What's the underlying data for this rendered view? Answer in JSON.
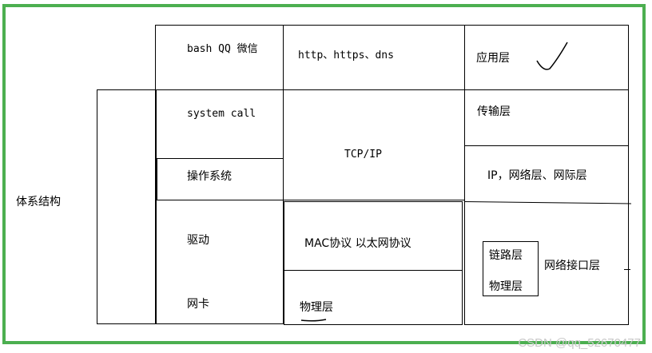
{
  "labels": {
    "arch": "体系结构",
    "apps": "bash QQ 微信",
    "syscall": "system call",
    "os": "操作系统",
    "driver": "驱动",
    "nic": "网卡",
    "http": "http、https、dns",
    "tcpip": "TCP/IP",
    "mac": "MAC协议 以太网协议",
    "phys_mid": "物理层",
    "app_layer": "应用层",
    "transport": "传输层",
    "ip_layer": "IP，网络层、网际层",
    "link": "链路层",
    "phys_right": "物理层",
    "netif": "网络接口层"
  },
  "watermark": "CSDN @qq_52670477",
  "colors": {
    "frame": "#4caf50",
    "line": "#000000",
    "watermark": "#c8c8c8"
  }
}
